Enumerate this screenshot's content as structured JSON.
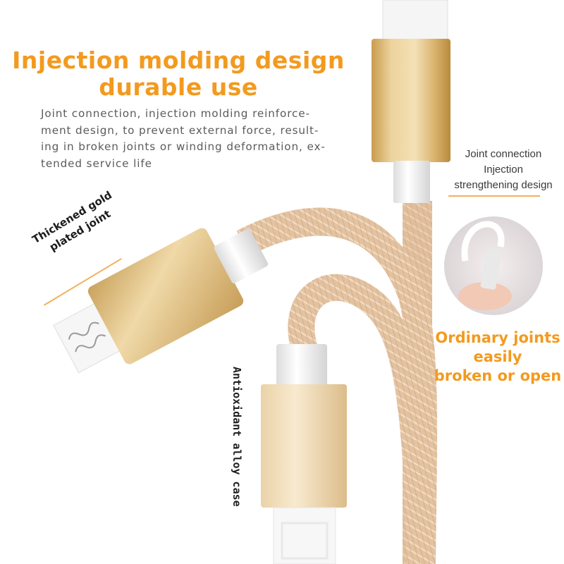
{
  "headline": {
    "line1": "Injection molding design",
    "line2": "durable use"
  },
  "description": {
    "lines": [
      "Joint connection, injection molding reinforce-",
      "ment design, to prevent external force, result-",
      "ing in broken joints or winding deformation, ex-",
      "tended service life"
    ]
  },
  "joint_callout": {
    "line1": "Joint connection",
    "line2": "Injection",
    "line3": "strengthening design"
  },
  "ordinary_callout": {
    "line1": "Ordinary joints",
    "line2": "easily",
    "line3": "broken or open"
  },
  "gold_label": {
    "line1": "Thickened gold",
    "line2": "plated joint"
  },
  "alloy_label": "Antioxidant alloy case",
  "colors": {
    "accent_orange": "#f39a1e",
    "gold": "#e2c37f",
    "braid": "#e6c3a2"
  }
}
